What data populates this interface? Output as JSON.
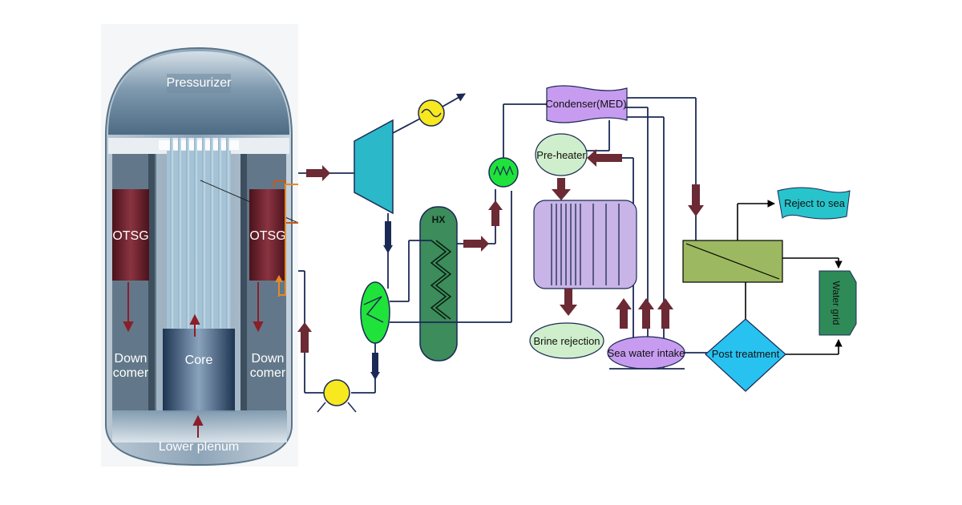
{
  "reactor": {
    "pressurizer": "Pressurizer",
    "otsg_left": "OTSG",
    "otsg_right": "OTSG",
    "downcomer_left": [
      "Down",
      "comer"
    ],
    "downcomer_right": [
      "Down",
      "comer"
    ],
    "core": "Core",
    "lower_plenum": "Lower plenum"
  },
  "plant": {
    "hx": "HX",
    "condenser": "Condenser(MED)",
    "preheater": "Pre-heater",
    "brine_rejection": "Brine rejection",
    "sea_water_intake": "Sea water intake",
    "post_treatment": "Post treatment",
    "reject_to_sea": "Reject to sea",
    "water_grid": "Water grid"
  },
  "colors": {
    "reactor_shell": "#5f7c93",
    "otsg": "#6b1f2a",
    "turbine": "#2bb8c8",
    "hx": "#3c8c5c",
    "condenser": "#c79cf0",
    "med_vessel": "#c8b4e6",
    "preheater": "#cfeecb",
    "ro_unit": "#9cb860",
    "post_treatment": "#28c2f0",
    "water_grid": "#2e8b57",
    "pump": "#f8e81f",
    "arrow": "#6b2a34"
  }
}
